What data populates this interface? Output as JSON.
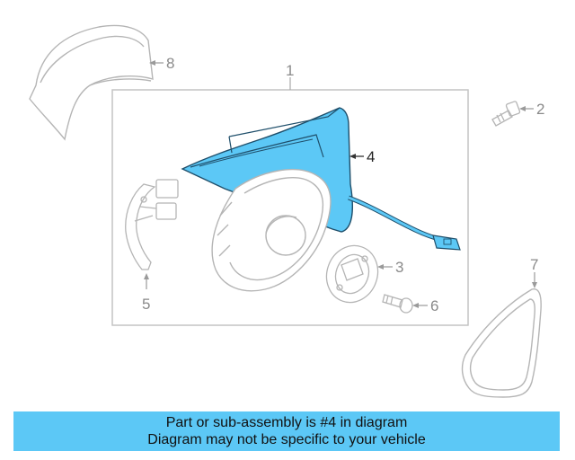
{
  "diagram": {
    "callouts": {
      "c1": "1",
      "c2": "2",
      "c3": "3",
      "c4": "4",
      "c5": "5",
      "c6": "6",
      "c7": "7",
      "c8": "8"
    },
    "highlight_part": "4",
    "highlight_color": "#5cc8f6",
    "line_color": "#b5b5b5"
  },
  "banner": {
    "line1": "Part or sub-assembly is #4 in diagram",
    "line2": "Diagram may not be specific to your vehicle",
    "color": "#5cc8f6"
  }
}
